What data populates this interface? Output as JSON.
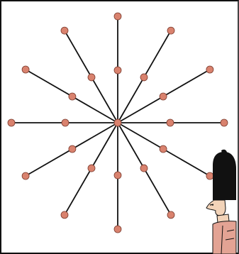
{
  "diagram": {
    "type": "radial-star-graph",
    "spokes": [
      {
        "angle_deg": 90,
        "nodes": 2
      },
      {
        "angle_deg": 60,
        "nodes": 2
      },
      {
        "angle_deg": 30,
        "nodes": 2
      },
      {
        "angle_deg": 0,
        "nodes": 2
      },
      {
        "angle_deg": -30,
        "nodes": 2
      },
      {
        "angle_deg": -60,
        "nodes": 2
      },
      {
        "angle_deg": -90,
        "nodes": 2
      },
      {
        "angle_deg": -120,
        "nodes": 2
      },
      {
        "angle_deg": -150,
        "nodes": 2
      },
      {
        "angle_deg": 180,
        "nodes": 2
      },
      {
        "angle_deg": 150,
        "nodes": 2
      },
      {
        "angle_deg": 120,
        "nodes": 2
      }
    ],
    "center_node": true,
    "node_color": "#d9826e",
    "node_stroke": "#7a3b2e",
    "edge_color": "#111111"
  },
  "character": {
    "description_icon": "guard-with-bearskin-hat-icon",
    "hat_color": "#111111",
    "skin_color": "#f2d3b8",
    "coat_color": "#e3a394"
  }
}
